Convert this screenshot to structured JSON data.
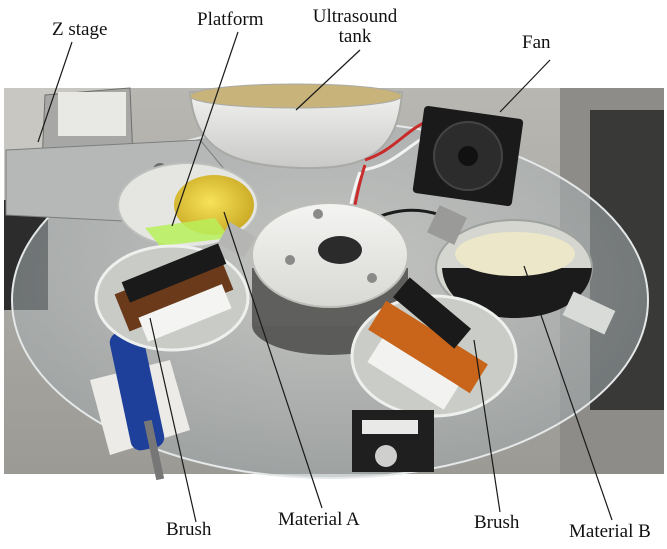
{
  "labels": {
    "z_stage": "Z stage",
    "platform": "Platform",
    "ultrasound_line1": "Ultrasound",
    "ultrasound_line2": "tank",
    "fan": "Fan",
    "brush_left": "Brush",
    "material_a": "Material A",
    "brush_right": "Brush",
    "material_b": "Material B"
  },
  "colors": {
    "label_text": "#111111",
    "leader_line": "#1a1a1a",
    "platform_resin": "#e7d23a",
    "brush_frame_orange": "#c8651a",
    "material_b_black": "#1b1b1b"
  }
}
